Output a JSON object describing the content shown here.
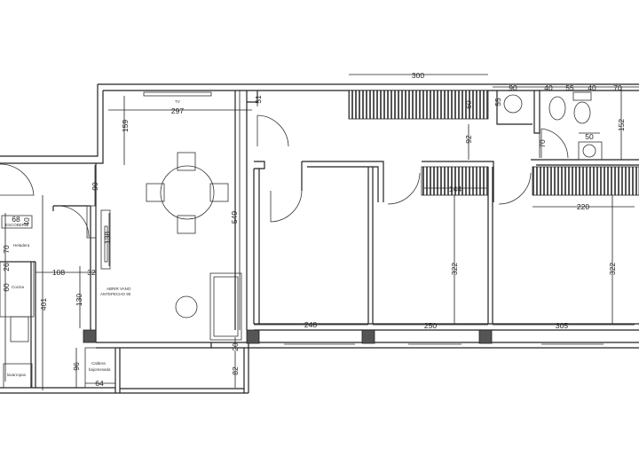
{
  "labels": {
    "tv": "TV",
    "escobero": "ESCOBERO",
    "heladera": "Heladera",
    "cocina": "Cocina",
    "lavarropas": "lavarropas",
    "caldera_1": "Caldera",
    "caldera_2": "bajomesada",
    "abrir_vano_1": "ABRIR VANO",
    "abrir_vano_2": "ANTEPECHO 90"
  },
  "dims": {
    "d300": "300",
    "d297": "297",
    "d159": "159",
    "d51": "51",
    "d90a": "90",
    "d549": "549",
    "d138": "138",
    "d68": "68",
    "d40a": "40",
    "d70a": "70",
    "d26": "26",
    "d108": "108",
    "d32": "32",
    "d60a": "60",
    "d130": "130",
    "d401": "401",
    "d96": "96",
    "d64": "64",
    "d20": "20",
    "d82": "82",
    "d248": "248",
    "d250": "250",
    "d305": "305",
    "d322a": "322",
    "d322b": "322",
    "d90b": "90",
    "d40b": "40",
    "d55a": "55",
    "d40c": "40",
    "d70b": "70",
    "d55b": "55",
    "d60b": "60",
    "d92": "92",
    "d70c": "70",
    "d152": "152",
    "d50": "50",
    "d144": "144",
    "d220": "220"
  }
}
